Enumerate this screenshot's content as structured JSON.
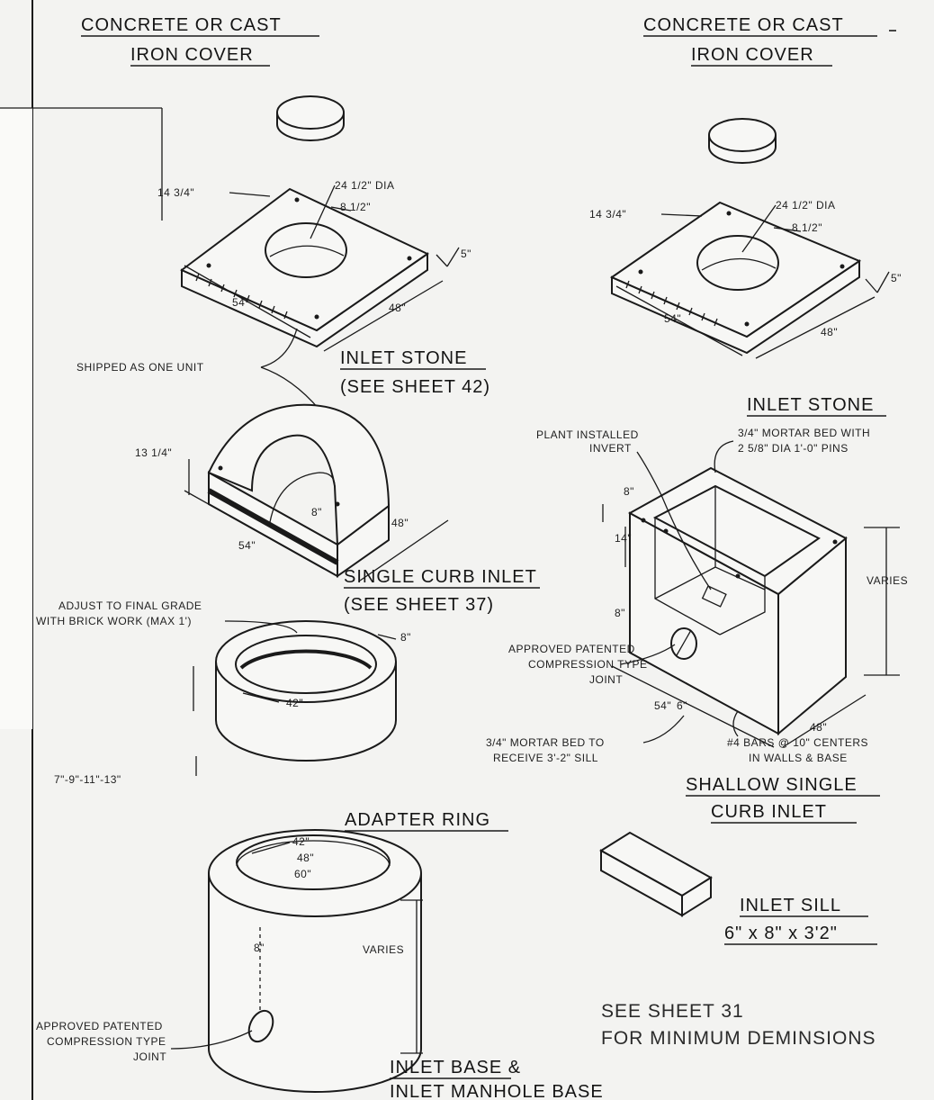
{
  "colors": {
    "paper": "#f3f3f1",
    "ink": "#1a1a1a",
    "scan_gray": "#dcdcdc"
  },
  "titles": {
    "cover_left_1": "CONCRETE OR CAST",
    "cover_left_2": "IRON COVER",
    "cover_right_1": "CONCRETE OR CAST",
    "cover_right_2": "IRON COVER",
    "inlet_stone_left_1": "INLET STONE",
    "inlet_stone_left_2": "(SEE SHEET 42)",
    "inlet_stone_right": "INLET STONE",
    "single_curb_1": "SINGLE CURB INLET",
    "single_curb_2": "(SEE SHEET 37)",
    "adapter_ring": "ADAPTER RING",
    "shallow_1": "SHALLOW SINGLE",
    "shallow_2": "CURB INLET",
    "inlet_sill_1": "INLET SILL",
    "inlet_sill_2": "6\" x 8\" x 3'2\"",
    "inlet_base_1": "INLET BASE &",
    "inlet_base_2": "INLET MANHOLE BASE"
  },
  "labels": {
    "dim_14_3_4_left": "14 3/4\"",
    "dim_24_dia_left": "24 1/2\" DIA",
    "dim_8_1_2_left": "8 1/2\"",
    "dim_5_left": "5\"",
    "dim_54_left": "54\"",
    "dim_48_left": "48\"",
    "dim_14_3_4_right": "14 3/4\"",
    "dim_24_dia_right": "24 1/2\" DIA",
    "dim_8_1_2_right": "8 1/2\"",
    "dim_5_right": "5\"",
    "dim_54_right": "54\"",
    "dim_48_right": "48\"",
    "shipped": "SHIPPED AS ONE UNIT",
    "dim_13_1_4": "13 1/4\"",
    "dim_8_curb": "8\"",
    "dim_48_curb": "48\"",
    "dim_54_curb": "54\"",
    "plant_1": "PLANT INSTALLED",
    "plant_2": "INVERT",
    "mortar_bed_1": "3/4\" MORTAR BED WITH",
    "mortar_bed_2": "2 5/8\" DIA 1'-0\" PINS",
    "dim_8_shallow_top": "8\"",
    "dim_14_shallow": "14\"",
    "varies_shallow": "VARIES",
    "dim_8_shallow_mid": "8\"",
    "approved_1": "APPROVED PATENTED",
    "approved_2": "COMPRESSION TYPE",
    "approved_3": "JOINT",
    "dim_54_shallow": "54\"",
    "dim_6_shallow": "6\"",
    "dim_48_shallow": "48\"",
    "mortar_sill_1": "3/4\" MORTAR BED TO",
    "mortar_sill_2": "RECEIVE 3'-2\" SILL",
    "bars_1": "#4 BARS @ 10\" CENTERS",
    "bars_2": "IN WALLS & BASE",
    "adjust_1": "ADJUST TO FINAL GRADE",
    "adjust_2": "WITH BRICK WORK (MAX 1')",
    "dim_8_ring": "8\"",
    "dim_42_ring": "42\"",
    "ring_heights": "7\"-9\"-11\"-13\"",
    "base_42": "42\"",
    "base_48": "48\"",
    "base_60": "60\"",
    "base_8": "8\"",
    "varies_base": "VARIES",
    "approved_b1": "APPROVED PATENTED",
    "approved_b2": "COMPRESSION TYPE",
    "approved_b3": "JOINT"
  },
  "notes": {
    "see_sheet_1": "SEE SHEET 31",
    "see_sheet_2": "FOR MINIMUM DEMINSIONS"
  }
}
